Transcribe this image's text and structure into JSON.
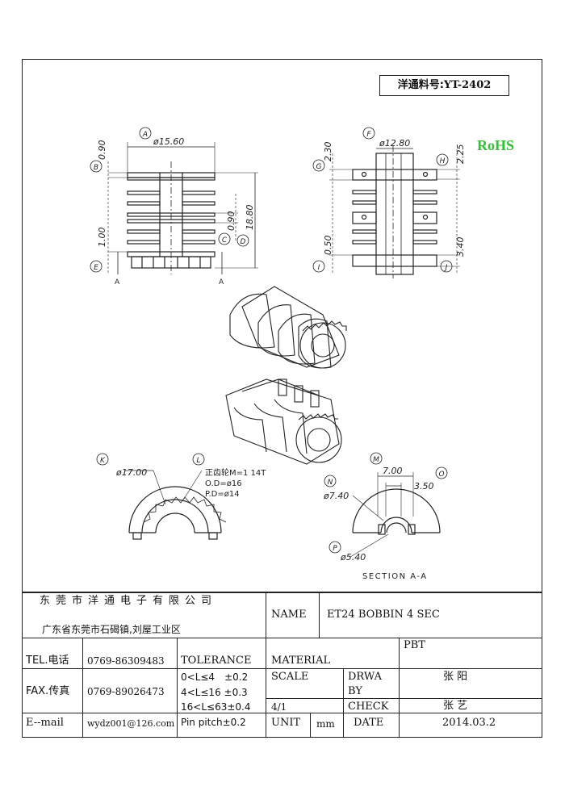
{
  "part_no": {
    "label": "洋通料号:",
    "value": "YT-2402"
  },
  "rohs": "RoHS",
  "dims": {
    "A": "A",
    "B": "B",
    "C": "C",
    "D": "D",
    "E": "E",
    "F": "F",
    "G": "G",
    "H": "H",
    "I": "I",
    "J": "J",
    "K": "K",
    "L": "L",
    "M": "M",
    "N": "N",
    "O": "O",
    "P": "P",
    "a_val": "ø15.60",
    "b_val": "0.90",
    "c_val": "0.90",
    "d_val": "18.80",
    "e_val": "1.00",
    "f_val": "ø12.80",
    "g_val": "2.30",
    "h_val": "2.25",
    "i_val": "0.50",
    "j_val": "3.40",
    "k_val": "ø17.00",
    "m_val": "7.00",
    "o_val": "3.50",
    "n_val": "ø7.40",
    "p_val": "ø5.40",
    "gear_line1": "正齿轮M=1 14T",
    "gear_line2": "O.D=ø16",
    "gear_line3": "P.D=ø14",
    "section_mark": "A",
    "section_title": "SECTION A-A"
  },
  "title_block": {
    "company_cn": "东莞市洋通电子有限公司",
    "address": "广东省东莞市石碣镇,刘屋工业区",
    "name_label": "NAME",
    "name_value": "ET24 BOBBIN 4 SEC",
    "tel_label": "TEL.电话",
    "tel_value": "0769-86309483",
    "fax_label": "FAX.传真",
    "fax_value": "0769-89026473",
    "email_label": "E--mail",
    "email_value": "wydz001@126.com",
    "tolerance_label": "TOLERANCE",
    "tol1": "0<L≤4　±0.2",
    "tol2": "4<L≤16 ±0.3",
    "tol3": "16<L≤63±0.4",
    "pin_pitch": "Pin pitch±0.2",
    "material_label": "MATERIAL",
    "material_value": "PBT",
    "scale_label": "SCALE",
    "scale_value": "4/1",
    "drawn_label_1": "DRWA",
    "drawn_label_2": "BY",
    "drawn_value": "张 阳",
    "check_label": "CHECK",
    "check_value": "张 艺",
    "unit_label": "UNIT",
    "unit_value": "mm",
    "date_label": "DATE",
    "date_value": "2014.03.2"
  }
}
